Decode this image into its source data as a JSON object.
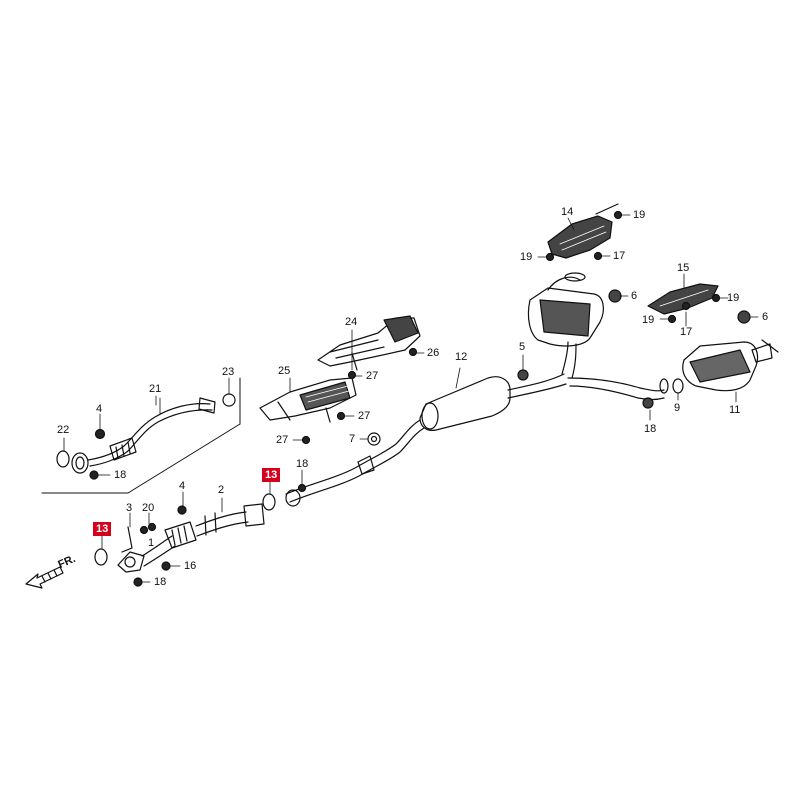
{
  "direction_label": "FR.",
  "highlight_color": "#d5001c",
  "callouts": {
    "c1": "1",
    "c2": "2",
    "c3": "3",
    "c4a": "4",
    "c4b": "4",
    "c5": "5",
    "c6a": "6",
    "c6b": "6",
    "c7": "7",
    "c9": "9",
    "c11": "11",
    "c12": "12",
    "c13a": "13",
    "c13b": "13",
    "c14": "14",
    "c15": "15",
    "c16": "16",
    "c17a": "17",
    "c17b": "17",
    "c18a": "18",
    "c18b": "18",
    "c18c": "18",
    "c18d": "18",
    "c19a": "19",
    "c19b": "19",
    "c19c": "19",
    "c19d": "19",
    "c20": "20",
    "c21": "21",
    "c22": "22",
    "c23": "23",
    "c24": "24",
    "c25": "25",
    "c26": "26",
    "c27a": "27",
    "c27b": "27",
    "c27c": "27"
  }
}
